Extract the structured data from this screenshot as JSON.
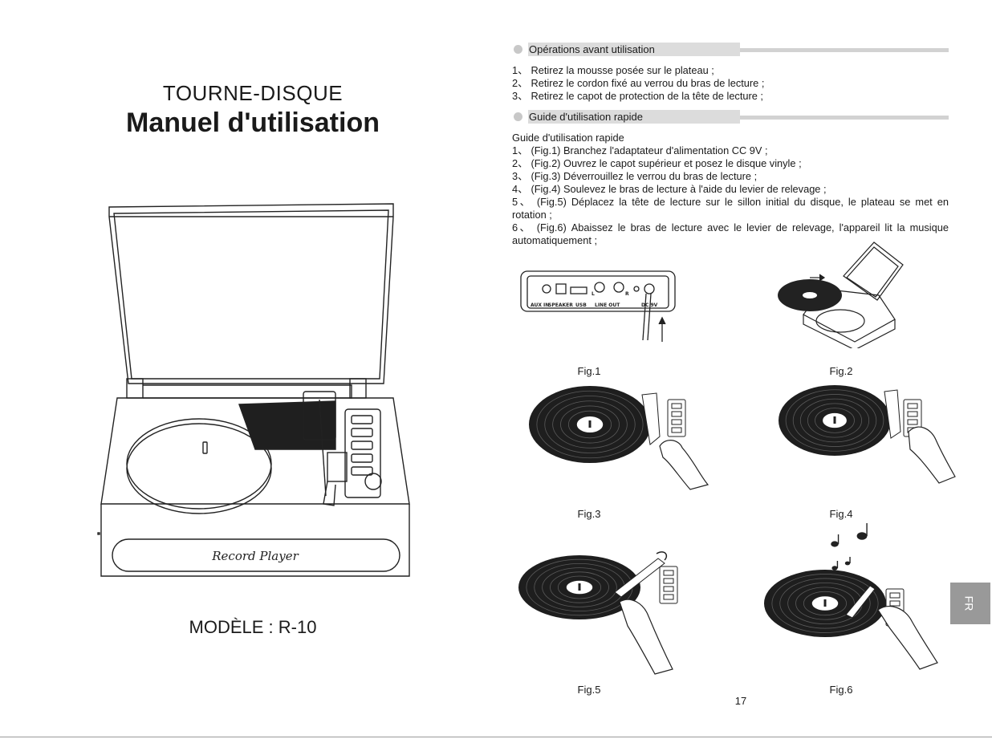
{
  "cover": {
    "subtitle": "TOURNE-DISQUE",
    "title": "Manuel d'utilisation",
    "model": "MODÈLE : R-10",
    "brand_logo": "Record Player"
  },
  "sections": [
    {
      "heading": "Opérations avant utilisation",
      "steps": [
        "1、 Retirez la mousse posée sur le plateau ;",
        "2、 Retirez le cordon fixé au verrou du bras de lecture ;",
        "3、 Retirez le capot de protection de la tête de lecture ;"
      ]
    },
    {
      "heading": "Guide d'utilisation rapide",
      "intro": "Guide d'utilisation rapide",
      "steps": [
        "1、 (Fig.1) Branchez l'adaptateur d'alimentation CC 9V ;",
        "2、 (Fig.2) Ouvrez le capot supérieur et posez le disque vinyle ;",
        "3、 (Fig.3) Déverrouillez le verrou du bras de lecture ;",
        "4、 (Fig.4) Soulevez le bras de lecture à l'aide du levier de relevage ;",
        "5、 (Fig.5) Déplacez la tête de lecture sur le sillon initial du disque, le plateau se met en",
        "rotation ;",
        "6、 (Fig.6) Abaissez le bras de lecture avec le levier de relevage, l'appareil lit la musique",
        "automatiquement ;"
      ]
    }
  ],
  "figures": {
    "fig1": "Fig.1",
    "fig2": "Fig.2",
    "fig3": "Fig.3",
    "fig4": "Fig.4",
    "fig5": "Fig.5",
    "fig6": "Fig.6",
    "panel_labels": [
      "AUX IN",
      "SPEAKER",
      "USB",
      "L",
      "R",
      "LINE OUT",
      "DC 9V"
    ]
  },
  "page_number": "17",
  "language_tab": "FR"
}
